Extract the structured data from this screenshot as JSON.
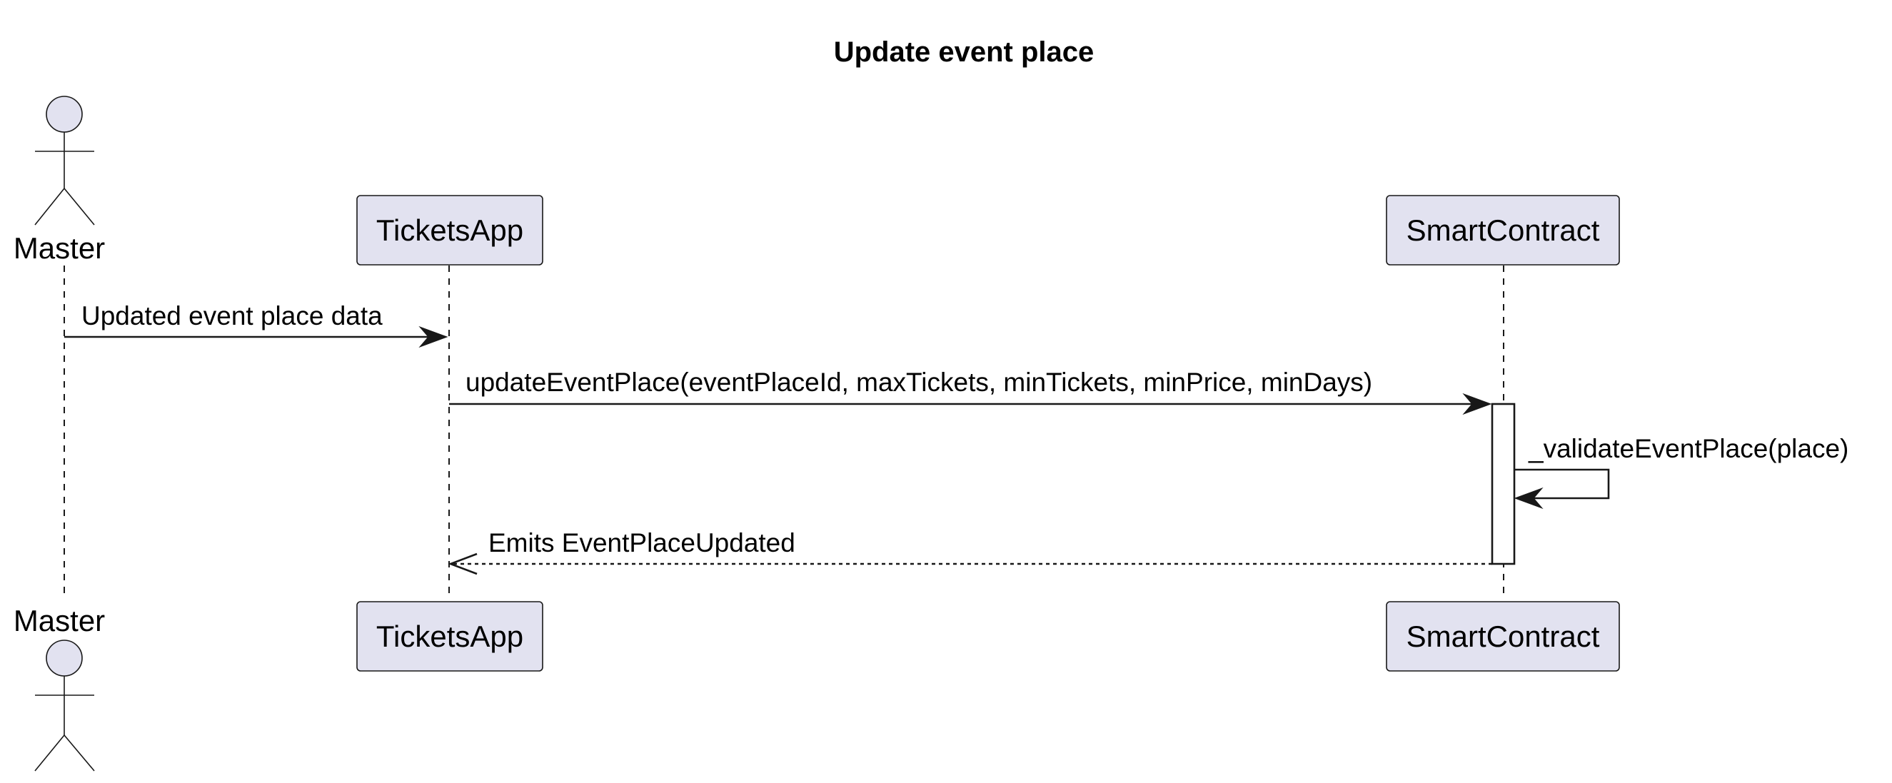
{
  "title": "Update event place",
  "participants": {
    "master": "Master",
    "tickets_app": "TicketsApp",
    "smart_contract": "SmartContract"
  },
  "messages": [
    {
      "from": "Master",
      "to": "TicketsApp",
      "label": "Updated event place data",
      "style": "solid"
    },
    {
      "from": "TicketsApp",
      "to": "SmartContract",
      "label": "updateEventPlace(eventPlaceId, maxTickets, minTickets, minPrice, minDays)",
      "style": "solid"
    },
    {
      "from": "SmartContract",
      "to": "SmartContract",
      "label": "_validateEventPlace(place)",
      "style": "solid"
    },
    {
      "from": "SmartContract",
      "to": "TicketsApp",
      "label": "Emits EventPlaceUpdated",
      "style": "dashed"
    }
  ],
  "colors": {
    "participant_fill": "#E2E2F0",
    "line": "#181818"
  }
}
